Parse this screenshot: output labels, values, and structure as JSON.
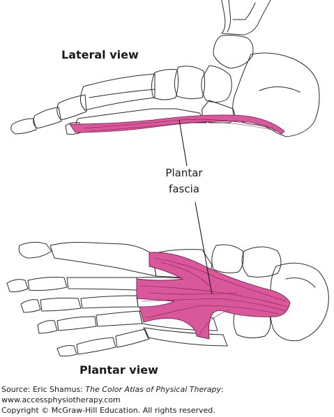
{
  "figure": {
    "lateral_view_title": "Lateral view",
    "plantar_view_title": "Plantar view",
    "callout_line_1": "Plantar",
    "callout_line_2": "fascia"
  },
  "caption": {
    "source_prefix": "Source: Eric Shamus: ",
    "source_title": "The Color Atlas of Physical Therapy",
    "source_suffix": ":",
    "url": "www.accessphysiotherapy.com",
    "copyright": "Copyright © McGraw-Hill Education. All rights reserved."
  },
  "colors": {
    "fascia": "#d9579b",
    "bone_outline": "#2a2a2a",
    "background": "#ffffff"
  }
}
